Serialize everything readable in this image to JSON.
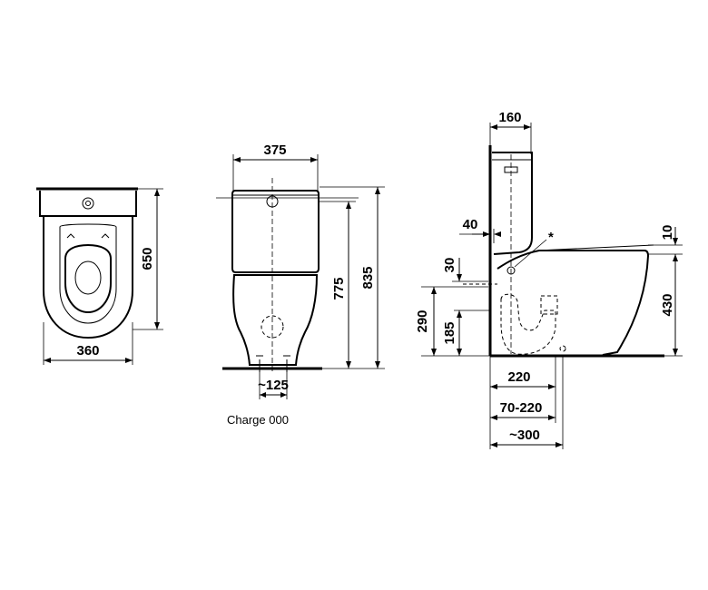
{
  "top_view": {
    "width_label": "360",
    "depth_label": "650"
  },
  "front_view": {
    "tank_width_label": "375",
    "tank_height_label": "775",
    "total_height_label": "835",
    "fixing_distance_label": "~125",
    "caption": "Charge 000"
  },
  "side_view": {
    "tank_depth_label": "160",
    "offset_40_label": "40",
    "offset_10_label": "10",
    "label_30": "30",
    "label_290": "290",
    "label_185": "185",
    "seat_height_label": "430",
    "label_220": "220",
    "range_label": "70-220",
    "total_label": "~300",
    "marker": "*"
  }
}
